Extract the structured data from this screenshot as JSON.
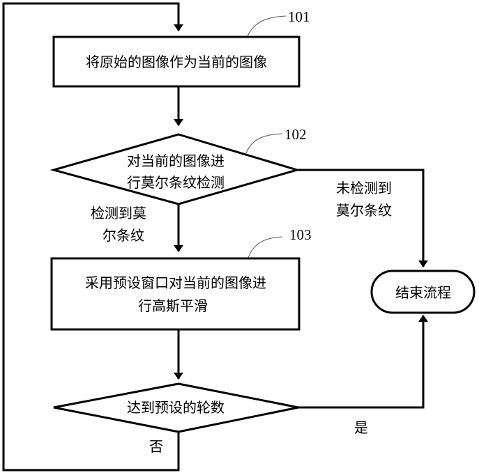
{
  "diagram": {
    "type": "flowchart",
    "steps": {
      "step101": {
        "ref": "101",
        "text": "将原始的图像作为当前的图像"
      },
      "step102": {
        "ref": "102",
        "lines": [
          "对当前的图像进",
          "行莫尔条纹检测"
        ]
      },
      "step103": {
        "ref": "103",
        "lines": [
          "采用预设窗口对当前的图像进",
          "行高斯平滑"
        ]
      },
      "decision_rounds": {
        "text": "达到预设的轮数"
      },
      "end": {
        "text": "结束流程"
      }
    },
    "edge_labels": {
      "detected": [
        "检测到莫",
        "尔条纹"
      ],
      "not_detected": [
        "未检测到",
        "莫尔条纹"
      ],
      "yes": "是",
      "no": "否"
    }
  }
}
